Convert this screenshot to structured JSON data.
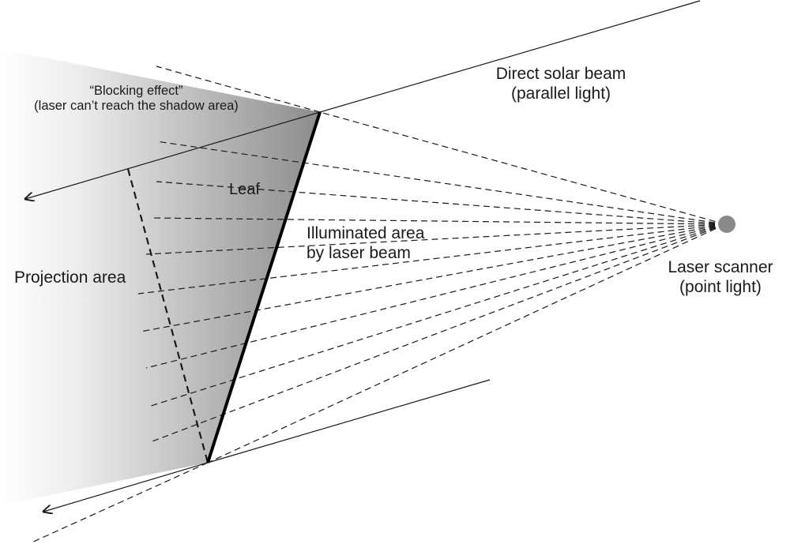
{
  "labels": {
    "blocking_effect": [
      "“Blocking effect”",
      "(laser can’t reach the shadow area)"
    ],
    "direct_solar_beam": [
      "Direct solar beam",
      "(parallel light)"
    ],
    "leaf": "Leaf",
    "illuminated_area": [
      "Illuminated area",
      "by laser beam"
    ],
    "projection_area": "Projection area",
    "laser_scanner": [
      "Laser scanner",
      "(point light)"
    ]
  },
  "colors": {
    "ink": "#1a1a1a",
    "shadow_dark": "#8c8c8c",
    "shadow_light": "#ffffff",
    "scanner_dot": "#8a8a8a"
  }
}
